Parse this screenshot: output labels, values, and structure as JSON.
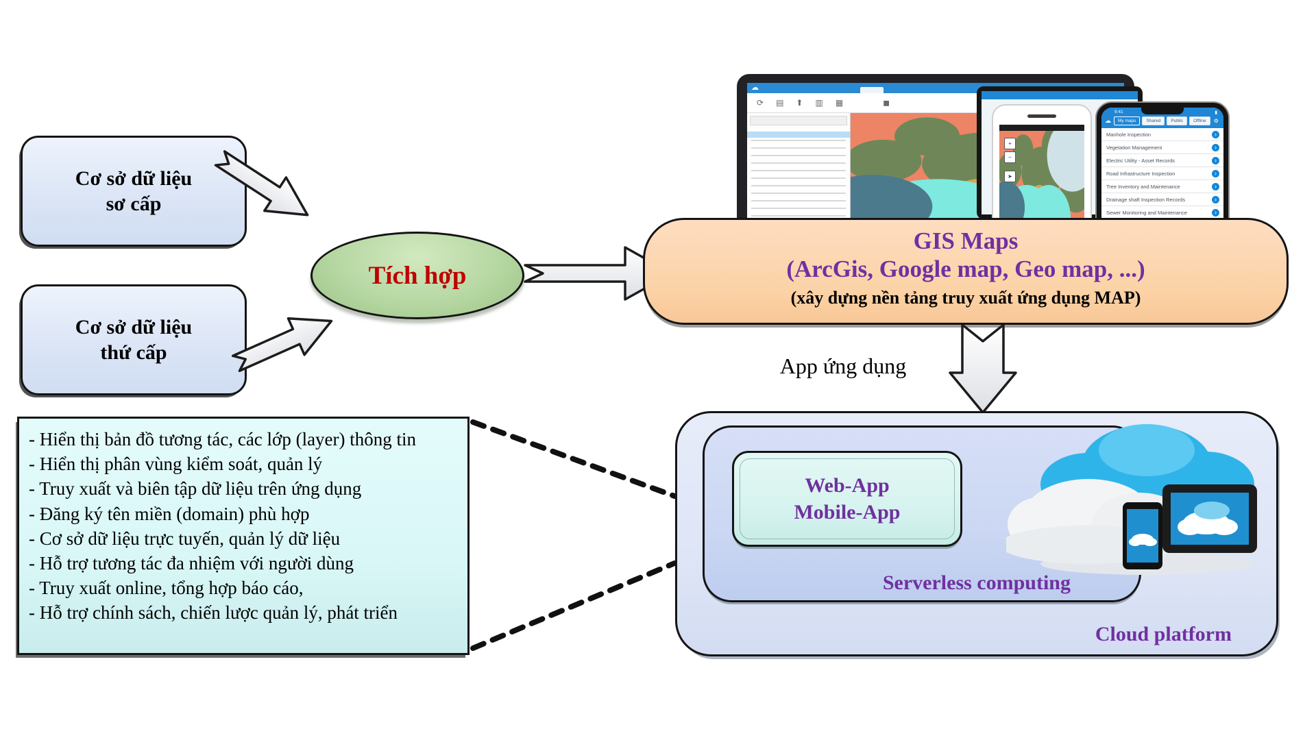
{
  "left_boxes": {
    "primary_line1": "Cơ sở dữ liệu",
    "primary_line2": "sơ cấp",
    "secondary_line1": "Cơ sở dữ liệu",
    "secondary_line2": "thứ cấp"
  },
  "integration_label": "Tích hợp",
  "gis_box": {
    "title": "GIS Maps",
    "subtitle": "(ArcGis, Google map, Geo map, ...)",
    "note": "(xây dựng nền tảng truy xuất ứng dụng MAP)"
  },
  "app_arrow_label": "App ứng dụng",
  "features": {
    "items": [
      "- Hiển thị bản đồ tương tác, các lớp (layer) thông tin",
      "- Hiển thị phân vùng kiểm soát, quản lý",
      "- Truy xuất và biên tập dữ liệu trên ứng dụng",
      "- Đăng ký tên miền (domain) phù hợp",
      "- Cơ sở dữ liệu trực tuyến, quản lý dữ liệu",
      "- Hỗ trợ tương tác đa nhiệm với người dùng",
      "- Truy xuất online, tổng hợp báo cáo,",
      "- Hỗ trợ chính sách, chiến lược quản lý, phát triển"
    ]
  },
  "cloud_platform": {
    "web_app_line1": "Web-App",
    "web_app_line2": "Mobile-App",
    "serverless_label": "Serverless computing",
    "platform_label": "Cloud platform"
  },
  "phone_app": {
    "status_time": "9:41",
    "tabs": [
      "My maps",
      "Shared",
      "Public",
      "Offline"
    ],
    "items": [
      "Manhole Inspection",
      "Vegetation Management",
      "Electric Utility - Asset Records",
      "Road Infrastructure Inspection",
      "Tree Inventory and Maintenance",
      "Drainage shaft Inspection Records",
      "Sewer Monitoring and Maintenance"
    ]
  },
  "colors": {
    "accent_purple": "#7030a0",
    "accent_red": "#c00000",
    "db_box_blue": "#dbe5f6",
    "gis_box_peach": "#fcd2a6",
    "integration_green": "#b6d7a2",
    "feature_box_cyan": "#d9f7f7",
    "cloud_outer_lavender": "#dee5f6",
    "serverless_inner_blue": "#cbd7f3",
    "web_app_cyan": "#d7f3ef"
  },
  "icons": {
    "chevron_right": "›",
    "gear": "⚙",
    "cloud": "☁",
    "refresh": "⟳",
    "layers": "▤",
    "export": "⬆",
    "report": "▥",
    "basemap": "▦",
    "bookmark": "◼",
    "zoom_in": "+",
    "zoom_out": "−",
    "locate": "➤"
  }
}
